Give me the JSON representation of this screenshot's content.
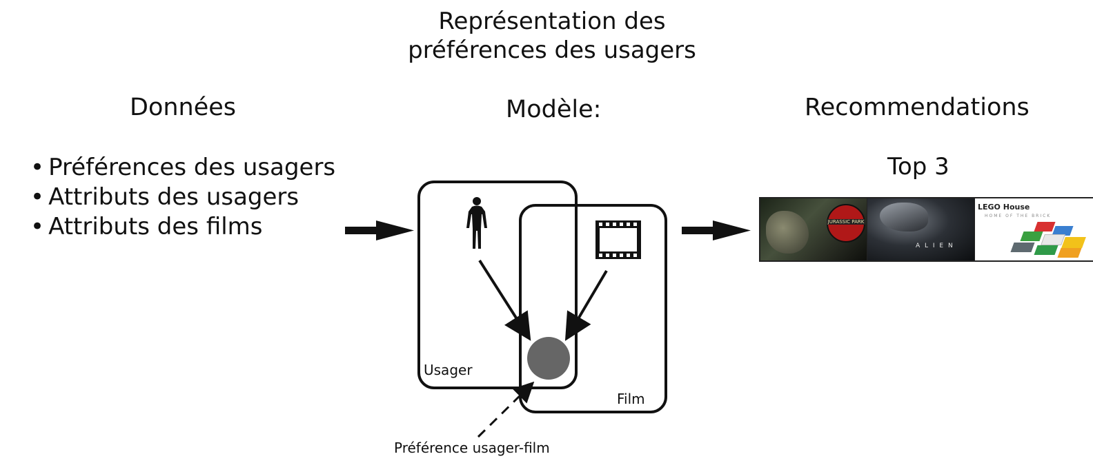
{
  "title_line1": "Représentation des",
  "title_line2": "préférences des usagers",
  "sections": {
    "donnees": "Données",
    "modele": "Modèle:",
    "recommandations": "Recommendations"
  },
  "donnees_items": [
    "Préférences des usagers",
    "Attributs des usagers",
    "Attributs des films"
  ],
  "model": {
    "usager_label": "Usager",
    "film_label": "Film",
    "preference_label": "Préférence usager-film",
    "user_icon": "person-icon",
    "film_icon": "film-strip-icon",
    "preference_node_color": "#666666"
  },
  "recommendations": {
    "heading": "Top 3",
    "posters": [
      {
        "name": "jurassic-park-poster",
        "logo_text": "JURASSIC PARK"
      },
      {
        "name": "alien-poster",
        "logo_text": "A L I E N"
      },
      {
        "name": "lego-house-poster",
        "logo_text": "LEGO House",
        "sub_text": "HOME OF THE BRICK"
      }
    ]
  }
}
